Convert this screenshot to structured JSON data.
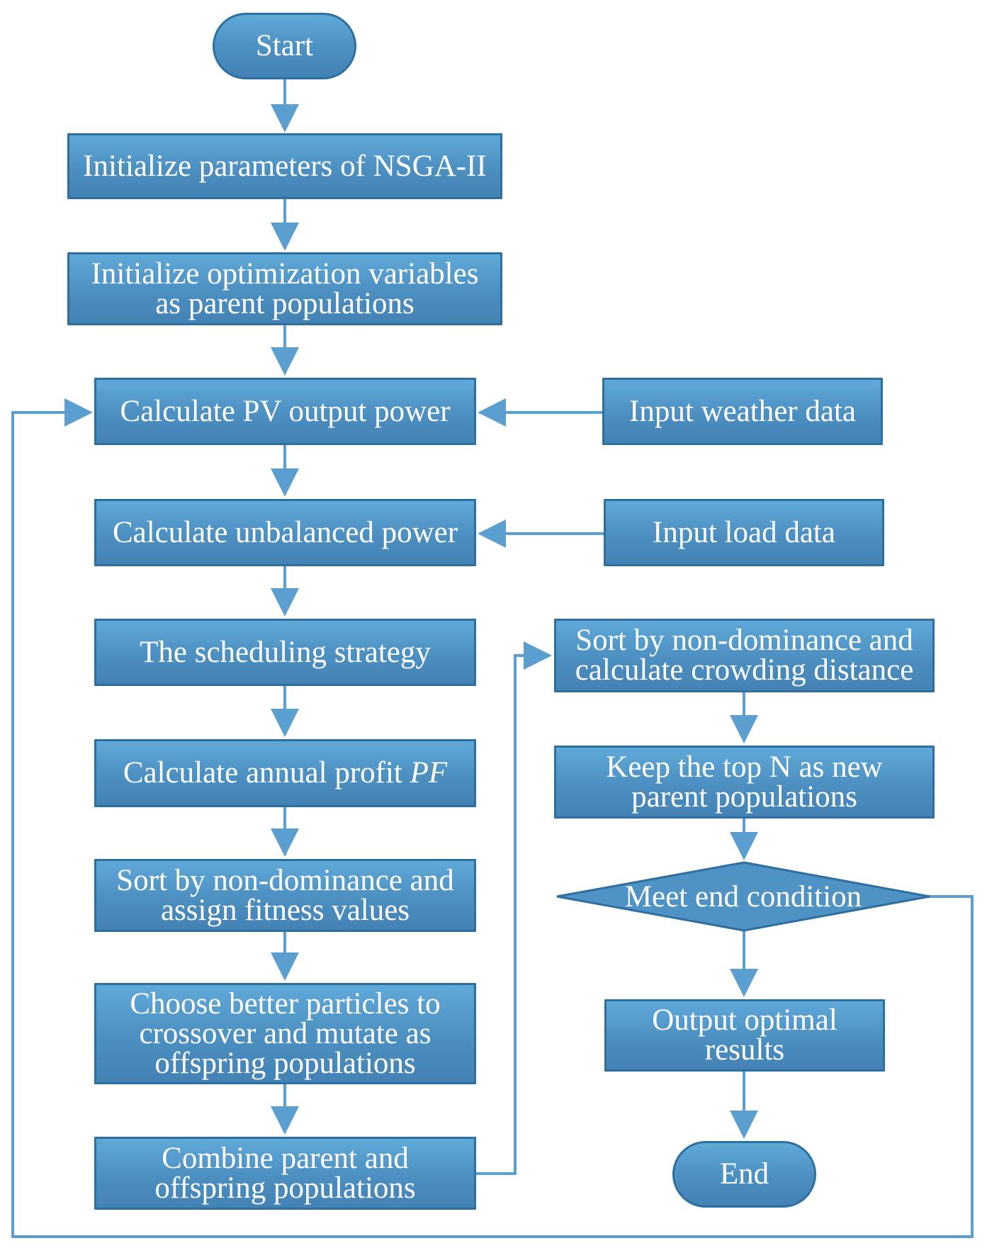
{
  "nodes": {
    "start": "Start",
    "init_params": "Initialize parameters of NSGA-II",
    "init_vars": [
      "Initialize optimization variables",
      "as parent populations"
    ],
    "calc_pv": "Calculate PV output power",
    "input_weather": "Input weather data",
    "calc_unbalanced": "Calculate unbalanced power",
    "input_load": "Input load data",
    "scheduling": "The scheduling strategy",
    "calc_profit": {
      "text": "Calculate annual profit ",
      "var": "PF"
    },
    "sort_fitness": [
      "Sort by non-dominance and",
      "assign fitness values"
    ],
    "choose": [
      "Choose better particles to",
      "crossover and mutate as",
      "offspring populations"
    ],
    "combine": [
      "Combine parent and",
      "offspring populations"
    ],
    "sort_crowding": [
      "Sort by non-dominance and",
      "calculate crowding distance"
    ],
    "keep_top": [
      "Keep the top N as new",
      "parent populations"
    ],
    "meet_end": "Meet end condition",
    "output": [
      "Output optimal",
      "results"
    ],
    "end": "End"
  },
  "colors": {
    "fill_top": "#5fa9d9",
    "fill_bottom": "#4482b4",
    "border": "#2d6f9f",
    "connector": "#5b9fd1"
  }
}
